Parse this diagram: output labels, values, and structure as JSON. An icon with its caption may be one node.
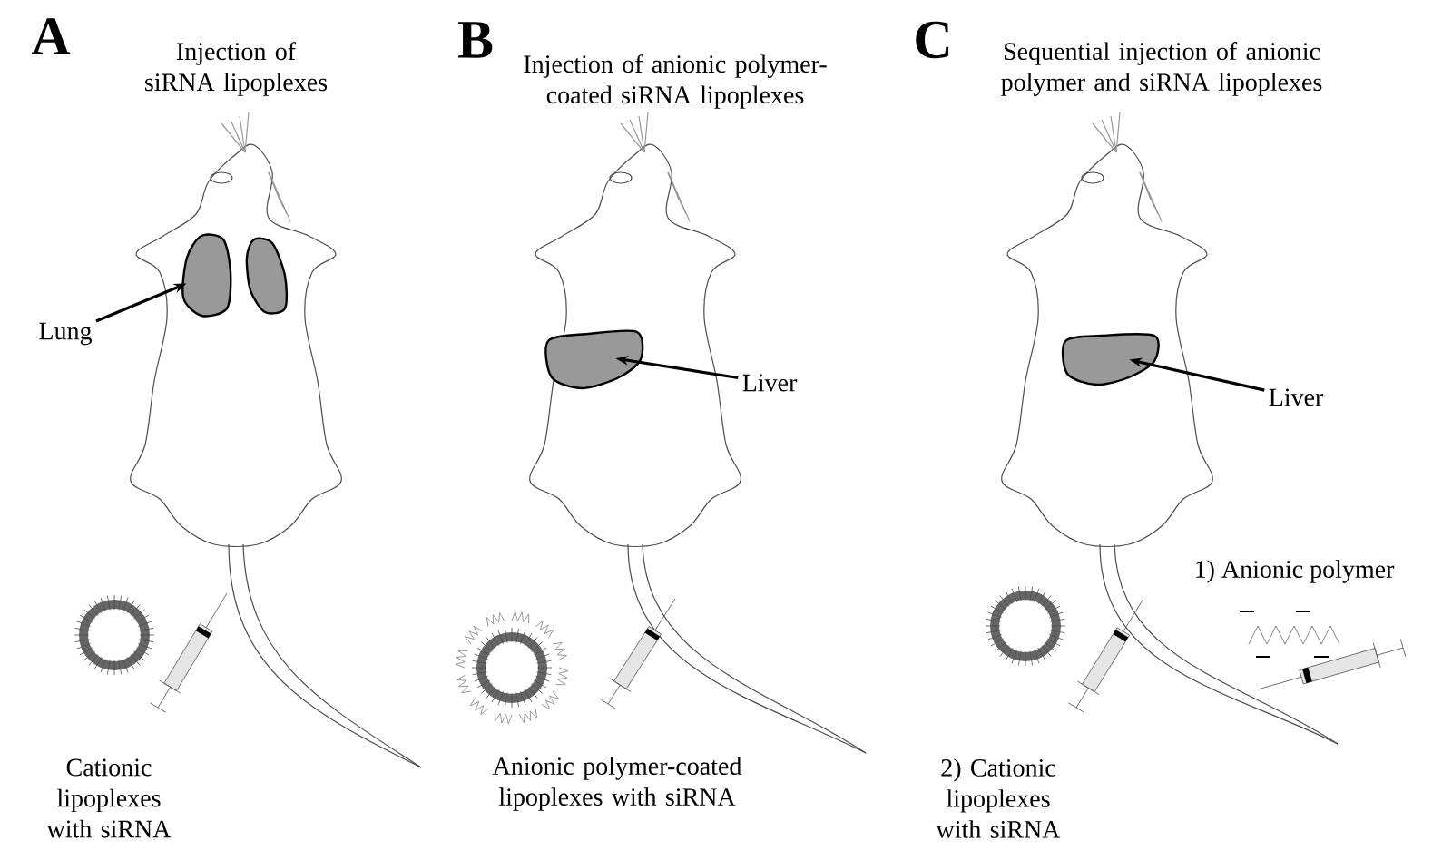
{
  "diagram": {
    "nodes": [
      {
        "text": [
          "Lung"
        ]
      },
      {
        "text": [],
        "shape": "blob"
      },
      {
        "text": [
          "Liver"
        ]
      },
      {
        "text": [],
        "shape": "blob"
      },
      {
        "text": [
          "Liver"
        ]
      },
      {
        "text": [],
        "shape": "blob"
      }
    ],
    "edges": [
      {
        "from": 0,
        "to": 1,
        "arrow": "to"
      },
      {
        "from": 2,
        "to": 3,
        "arrow": "to"
      },
      {
        "from": 4,
        "to": 5,
        "arrow": "to"
      }
    ],
    "labels": [
      "A",
      "Injection of siRNA lipoplexes",
      "B",
      "Injection of anionic polymer-coated siRNA lipoplexes",
      "C",
      "Sequential injection of anionic polymer and siRNA lipoplexes",
      "Cationic lipoplexes with siRNA",
      "Anionic polymer-coated lipoplexes with siRNA",
      "1) Anionic polymer",
      "2) Cationic lipoplexes with siRNA"
    ]
  }
}
